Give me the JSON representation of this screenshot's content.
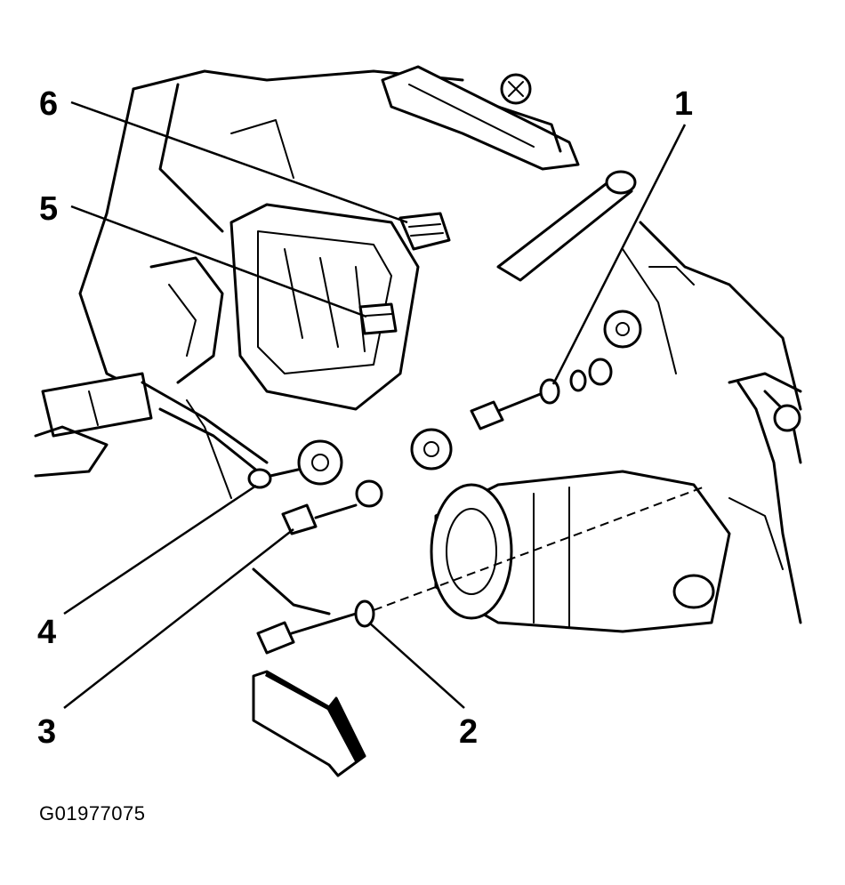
{
  "callouts": {
    "c1": "1",
    "c2": "2",
    "c3": "3",
    "c4": "4",
    "c5": "5",
    "c6": "6"
  },
  "figure_code": "G01977075"
}
